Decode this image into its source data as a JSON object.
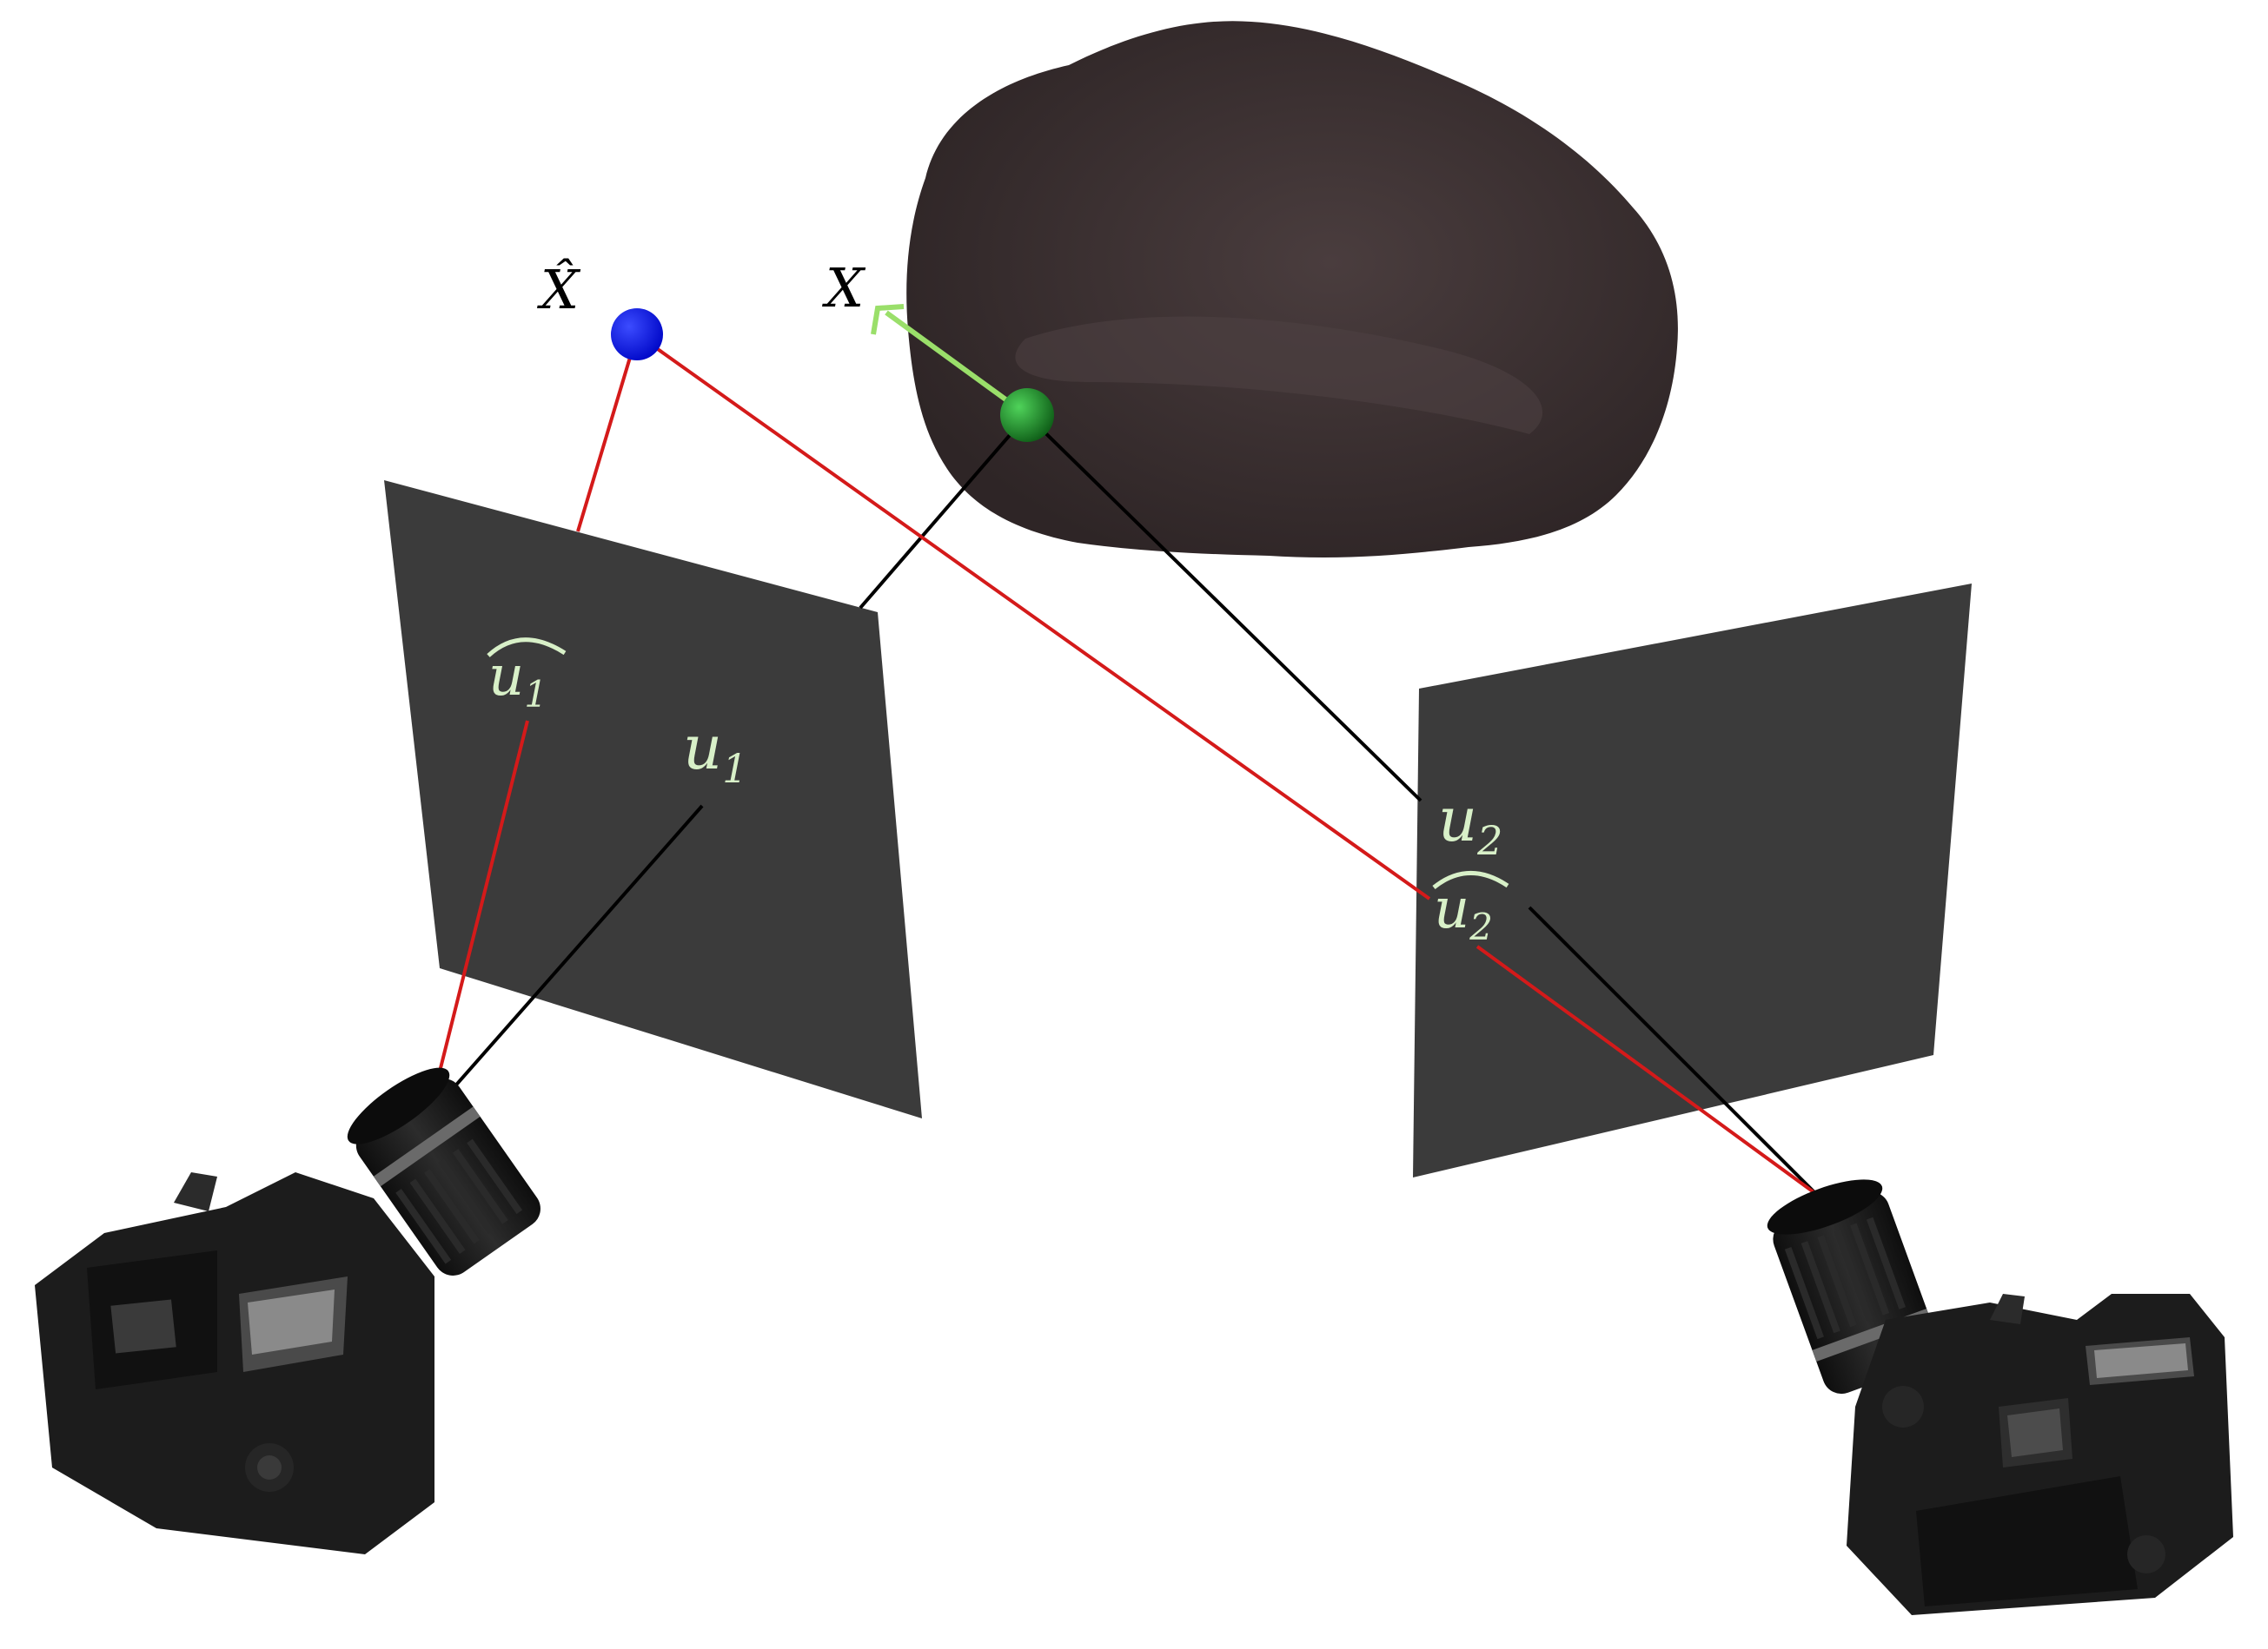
{
  "labels": {
    "x_hat": "X̂",
    "x": "X",
    "u1_hat_base": "u",
    "u1_hat_sub": "1",
    "u1_base": "u",
    "u1_sub": "1",
    "u2_base": "u",
    "u2_sub": "2",
    "u2_hat_base": "u",
    "u2_hat_sub": "2"
  },
  "colors": {
    "background": "#ffffff",
    "image_plane": "#3b3b3b",
    "object_blob": "#3a2f30",
    "estimated_point": "#0a12f0",
    "true_point": "#1f8a2a",
    "error_vector": "#9adf6a",
    "estimated_ray": "#d41a1a",
    "true_ray": "#000000",
    "plane_label": "#d8f0c8",
    "camera_body": "#1c1c1c"
  },
  "icons": {
    "left_camera": "dslr-camera-icon",
    "right_camera": "dslr-camera-icon"
  }
}
